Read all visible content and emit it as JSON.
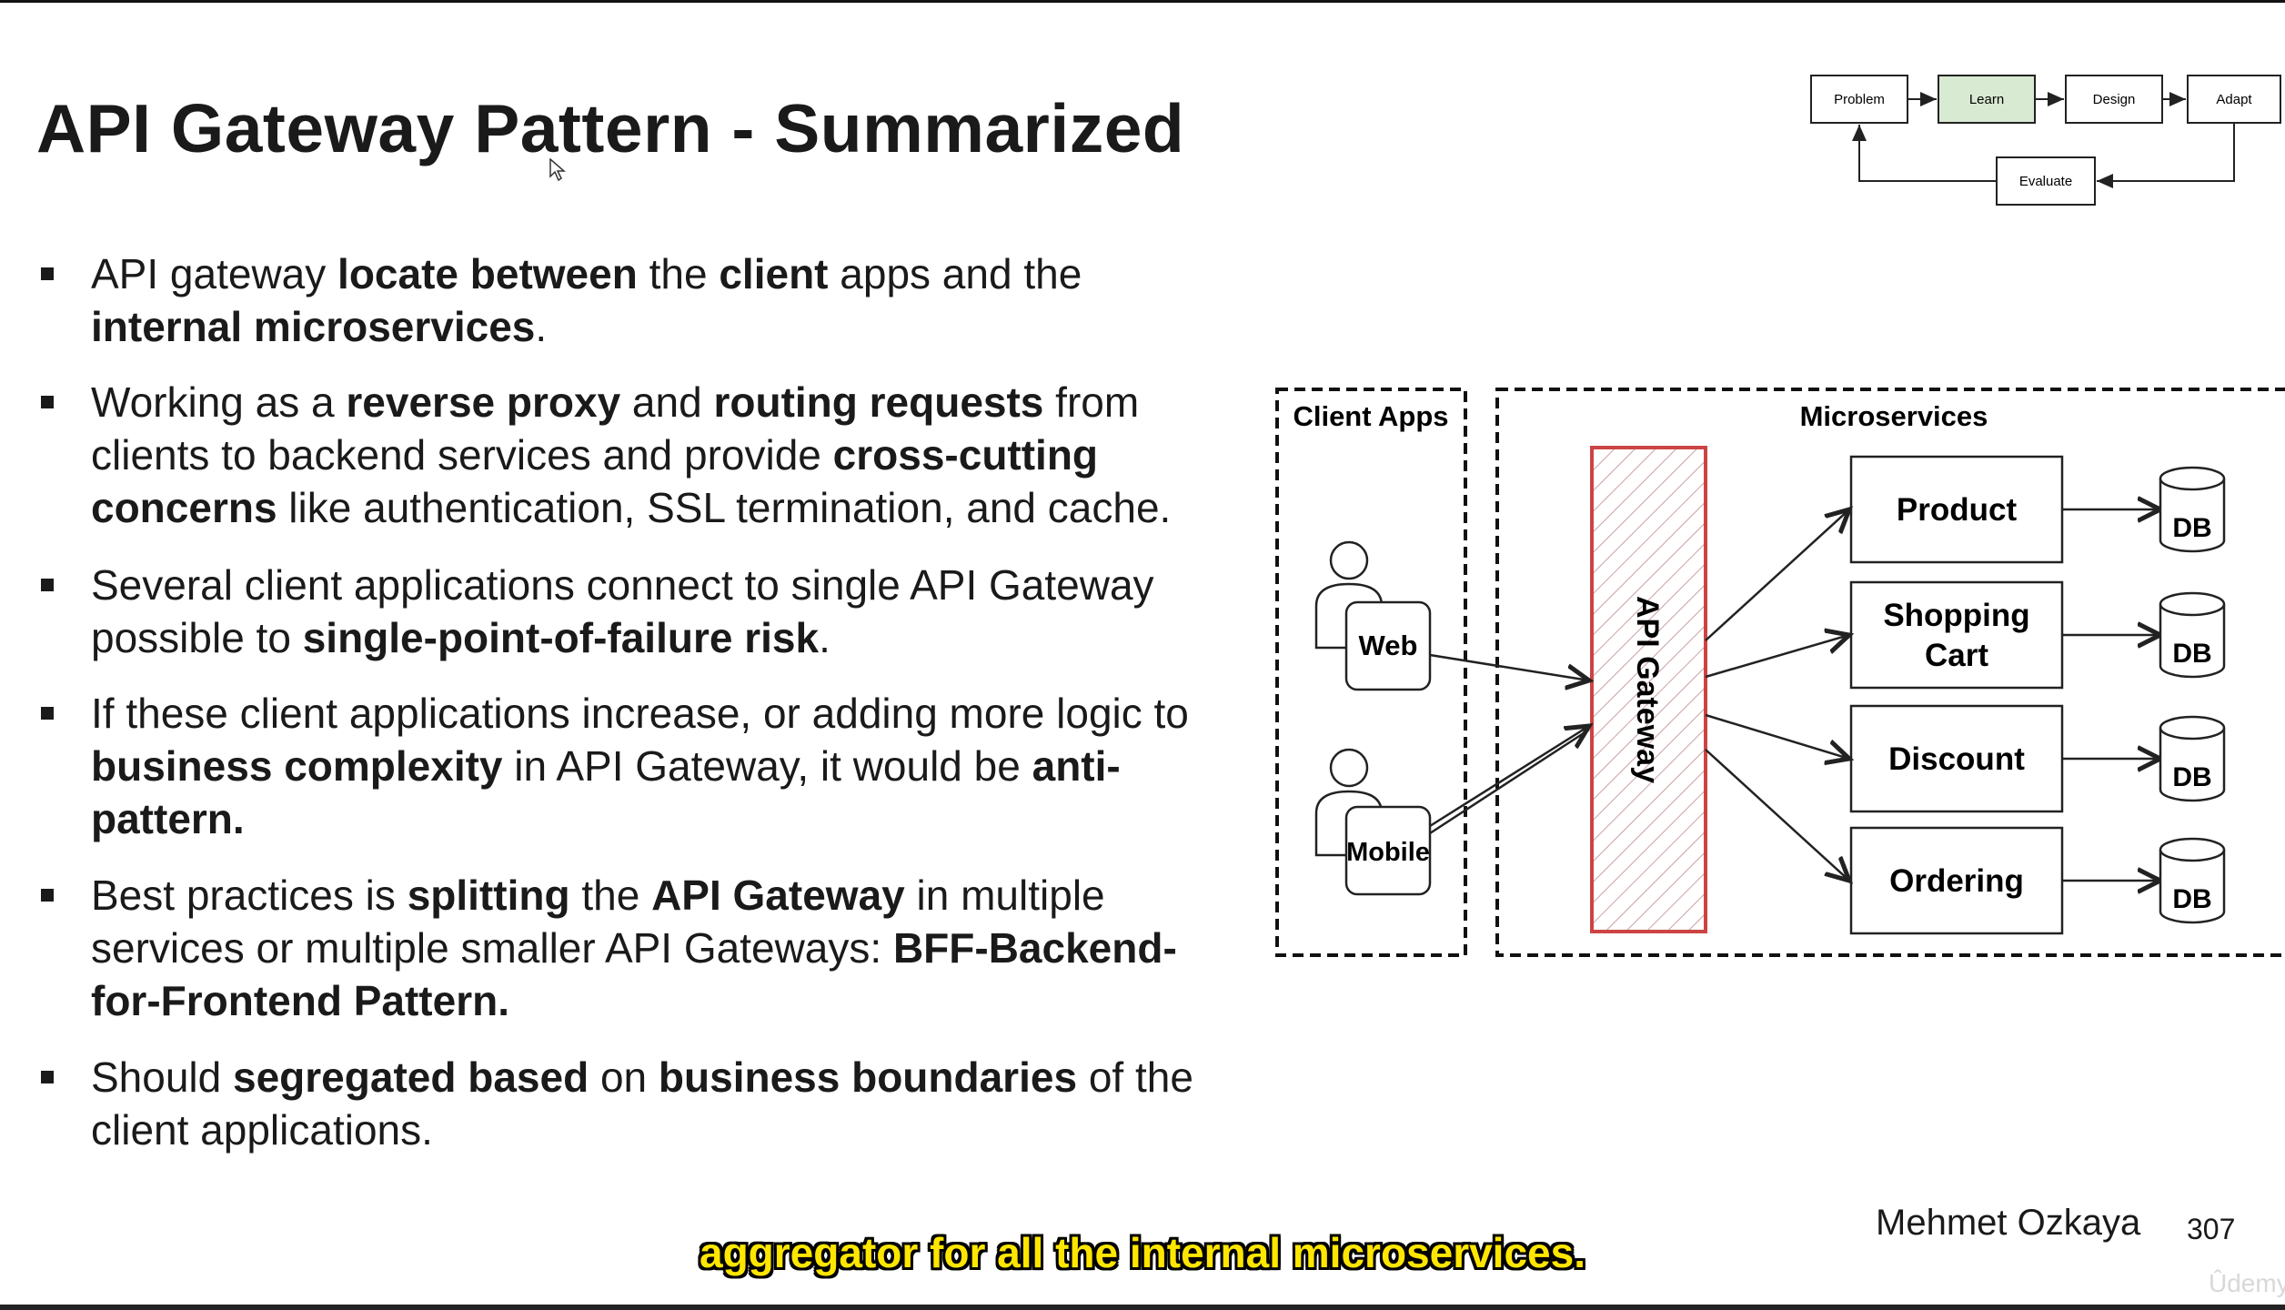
{
  "slide": {
    "title": "API Gateway Pattern - Summarized",
    "author": "Mehmet Ozkaya",
    "page_number": "307"
  },
  "bullets": [
    {
      "lines": [
        [
          {
            "t": "API gateway "
          },
          {
            "t": "locate between",
            "b": true
          },
          {
            "t": " the "
          },
          {
            "t": "client",
            "b": true
          },
          {
            "t": " apps and the"
          }
        ],
        [
          {
            "t": "internal microservices",
            "b": true
          },
          {
            "t": "."
          }
        ]
      ]
    },
    {
      "lines": [
        [
          {
            "t": "Working as a "
          },
          {
            "t": "reverse proxy",
            "b": true
          },
          {
            "t": " and "
          },
          {
            "t": "routing requests",
            "b": true
          },
          {
            "t": " from"
          }
        ],
        [
          {
            "t": "clients to backend services and provide "
          },
          {
            "t": "cross-cutting",
            "b": true
          }
        ],
        [
          {
            "t": "concerns",
            "b": true
          },
          {
            "t": " like authentication, SSL termination, and cache."
          }
        ]
      ]
    },
    {
      "lines": [
        [
          {
            "t": "Several client applications connect to single API Gateway"
          }
        ],
        [
          {
            "t": "possible to "
          },
          {
            "t": "single-point-of-failure risk",
            "b": true
          },
          {
            "t": "."
          }
        ]
      ]
    },
    {
      "lines": [
        [
          {
            "t": "If these client applications increase, or adding more logic to"
          }
        ],
        [
          {
            "t": "business complexity",
            "b": true
          },
          {
            "t": " in API Gateway, it would be "
          },
          {
            "t": "anti-",
            "b": true
          }
        ],
        [
          {
            "t": "pattern.",
            "b": true
          }
        ]
      ]
    },
    {
      "lines": [
        [
          {
            "t": "Best practices is "
          },
          {
            "t": "splitting",
            "b": true
          },
          {
            "t": " the "
          },
          {
            "t": "API Gateway",
            "b": true
          },
          {
            "t": " in multiple"
          }
        ],
        [
          {
            "t": "services or multiple smaller API Gateways: "
          },
          {
            "t": "BFF-Backend-",
            "b": true
          }
        ],
        [
          {
            "t": "for-Frontend Pattern.",
            "b": true
          }
        ]
      ]
    },
    {
      "lines": [
        [
          {
            "t": "Should "
          },
          {
            "t": "segregated based",
            "b": true
          },
          {
            "t": " on "
          },
          {
            "t": "business boundaries",
            "b": true
          },
          {
            "t": " of the"
          }
        ],
        [
          {
            "t": "client applications."
          }
        ]
      ]
    }
  ],
  "flow": {
    "problem": "Problem",
    "learn": "Learn",
    "design": "Design",
    "adapt": "Adapt",
    "evaluate": "Evaluate",
    "learn_color": "#d9ead3"
  },
  "architecture": {
    "client_apps_label": "Client Apps",
    "microservices_label": "Microservices",
    "gateway_label": "API Gateway",
    "gateway_color": "#cc4444",
    "clients": [
      "Web",
      "Mobile"
    ],
    "services": [
      {
        "lines": [
          "Product"
        ]
      },
      {
        "lines": [
          "Shopping",
          "Cart"
        ]
      },
      {
        "lines": [
          "Discount"
        ]
      },
      {
        "lines": [
          "Ordering"
        ]
      }
    ],
    "db_label": "DB"
  },
  "subtitle": "aggregator for all the internal microservices.",
  "subtitle_color": "#ffe600",
  "watermark": "Ûdemy"
}
